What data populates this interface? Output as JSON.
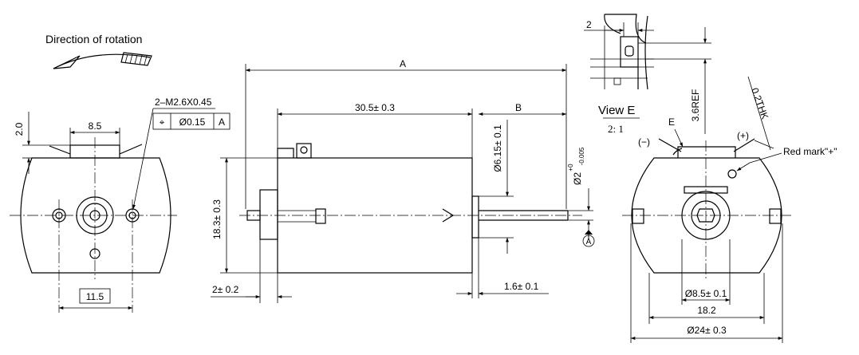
{
  "labels": {
    "direction_of_rotation": "Direction of rotation",
    "thread_spec": "2–M2.6X0.45",
    "tol_symbol": "⌖",
    "tol_value": "Ø0.15",
    "tol_datum": "A",
    "view_title": "View E",
    "view_scale": "2: 1",
    "view_marker": "E",
    "minus_terminal": "(−)",
    "plus_terminal": "(+)",
    "red_mark": "Red mark\"+\"",
    "datum": "A"
  },
  "dimensions": {
    "front_height": "2.0",
    "front_span": "8.5",
    "hole_pitch": "11.5",
    "overall_length": "A",
    "body_length": "30.5± 0.3",
    "shaft_length": "B",
    "boss_dia": "Ø6.15± 0.1",
    "shaft_dia_main": "Ø2",
    "shaft_dia_tol_upper": "+0",
    "shaft_dia_tol_lower": "-0.005",
    "body_height": "18.3± 0.3",
    "flange_thk": "2± 0.2",
    "shoulder": "1.6± 0.1",
    "detail_width": "2",
    "detail_height": "3.6REF",
    "terminal_thk": "0.2THK",
    "rear_boss_dia": "Ø8.5± 0.1",
    "rear_width": "18.2",
    "rear_dia": "Ø24± 0.3"
  }
}
